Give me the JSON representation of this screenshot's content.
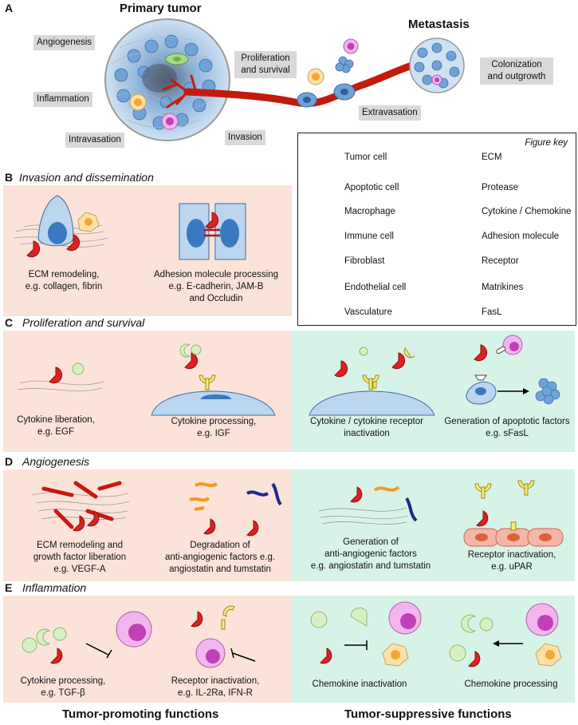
{
  "section_a": {
    "letter": "A",
    "primary_tumor": "Primary tumor",
    "metastasis": "Metastasis",
    "labels": {
      "angiogenesis": "Angiogenesis",
      "inflammation": "Inflammation",
      "intravasation": "Intravasation",
      "invasion": "Invasion",
      "proliferation_l1": "Proliferation",
      "proliferation_l2": "and survival",
      "extravasation": "Extravasation",
      "colonization_l1": "Colonization",
      "colonization_l2": "and outgrowth"
    }
  },
  "figure_key": {
    "title": "Figure key",
    "items_left": [
      "Tumor cell",
      "Apoptotic cell",
      "Macrophage",
      "Immune cell",
      "Fibroblast",
      "Endothelial cell",
      "Vasculature"
    ],
    "items_right": [
      "ECM",
      "Protease",
      "Cytokine / Chemokine",
      "Adhesion molecule",
      "Receptor",
      "Matrikines",
      "FasL"
    ]
  },
  "section_b": {
    "letter": "B",
    "title": "Invasion and dissemination",
    "cap1": [
      "ECM remodeling,",
      "e.g. collagen, fibrin"
    ],
    "cap2": [
      "Adhesion molecule processing",
      "e.g. E-cadherin, JAM-B",
      "and Occludin"
    ]
  },
  "section_c": {
    "letter": "C",
    "title": "Proliferation and survival",
    "cap1": [
      "Cytokine liberation,",
      "e.g. EGF"
    ],
    "cap2": [
      "Cytokine processing,",
      "e.g. IGF"
    ],
    "cap3": [
      "Cytokine / cytokine receptor",
      "inactivation"
    ],
    "cap4": [
      "Generation of apoptotic factors",
      "e.g. sFasL"
    ]
  },
  "section_d": {
    "letter": "D",
    "title": "Angiogenesis",
    "cap1": [
      "ECM remodeling  and",
      "growth factor liberation",
      "e.g. VEGF-A"
    ],
    "cap2": [
      "Degradation of",
      "anti-angiogenic factors e.g.",
      "angiostatin and tumstatin"
    ],
    "cap3": [
      "Generation of",
      "anti-angiogenic factors",
      "e.g. angiostatin and tumstatin"
    ],
    "cap4": [
      "Receptor inactivation,",
      "e.g. uPAR"
    ]
  },
  "section_e": {
    "letter": "E",
    "title": "Inflammation",
    "cap1": [
      "Cytokine processing,",
      "e.g. TGF-β"
    ],
    "cap2": [
      "Receptor inactivation,",
      "e.g. IL-2Ra, IFN-R"
    ],
    "cap3": [
      "Chemokine inactivation"
    ],
    "cap4": [
      "Chemokine processing"
    ]
  },
  "footer": {
    "promoting": "Tumor-promoting functions",
    "suppressive": "Tumor-suppressive functions"
  },
  "colors": {
    "pink_panel": "#fbe3da",
    "green_panel": "#d7f3e7",
    "protease_red": "#e02020",
    "vessel_red": "#c41a0e",
    "tumor_blue": "#5b9bd5",
    "cytokine_green": "#d8efc4",
    "immune_pink": "#f3b5ee",
    "macrophage_yellow": "#fbe1a8",
    "receptor_yellow": "#f6ec77"
  }
}
